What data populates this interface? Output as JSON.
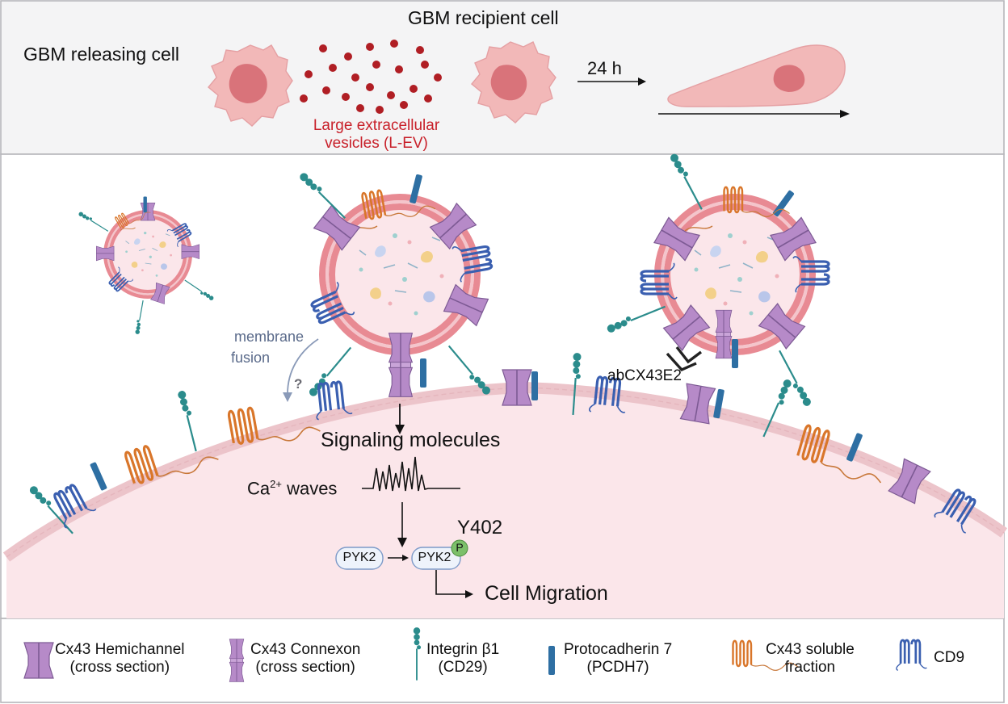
{
  "top": {
    "releasing_cell": "GBM releasing cell",
    "recipient_cell": "GBM recipient cell",
    "lev_line1": "Large extracellular",
    "lev_line2": "vesicles (L-EV)",
    "time": "24 h"
  },
  "middle": {
    "membrane_fusion_line1": "membrane",
    "membrane_fusion_line2": "fusion",
    "question": "?",
    "antibody": "abCX43E2",
    "signaling": "Signaling molecules",
    "ca_base": "Ca",
    "ca_sup": "2+",
    "ca_rest": " waves",
    "y402": "Y402",
    "pyk2_a": "PYK2",
    "pyk2_b": "PYK2",
    "phospho": "P",
    "migration": "Cell Migration"
  },
  "legend": {
    "hemichannel_line1": "Cx43 Hemichannel",
    "hemichannel_line2": "(cross section)",
    "connexon_line1": "Cx43 Connexon",
    "connexon_line2": "(cross section)",
    "integrin_line1": "Integrin β1",
    "integrin_line2": "(CD29)",
    "pcdh_line1": "Protocadherin 7",
    "pcdh_line2": "(PCDH7)",
    "soluble_line1": "Cx43 soluble",
    "soluble_line2": "fraction",
    "cd9": "CD9"
  },
  "colors": {
    "cell_pink": "#f2b8b8",
    "nucleus": "#d9737a",
    "vesicle_dot": "#b01e24",
    "lev_text": "#c8202a",
    "connexin_purple": "#b68ac8",
    "integrin_teal": "#2b8c8c",
    "pcdh_blue": "#2e6fa3",
    "cd9_blue": "#3a5fb0",
    "soluble_orange": "#d9762a",
    "membrane_pink": "#e88a93",
    "cytoplasm": "#fbe6ea"
  }
}
